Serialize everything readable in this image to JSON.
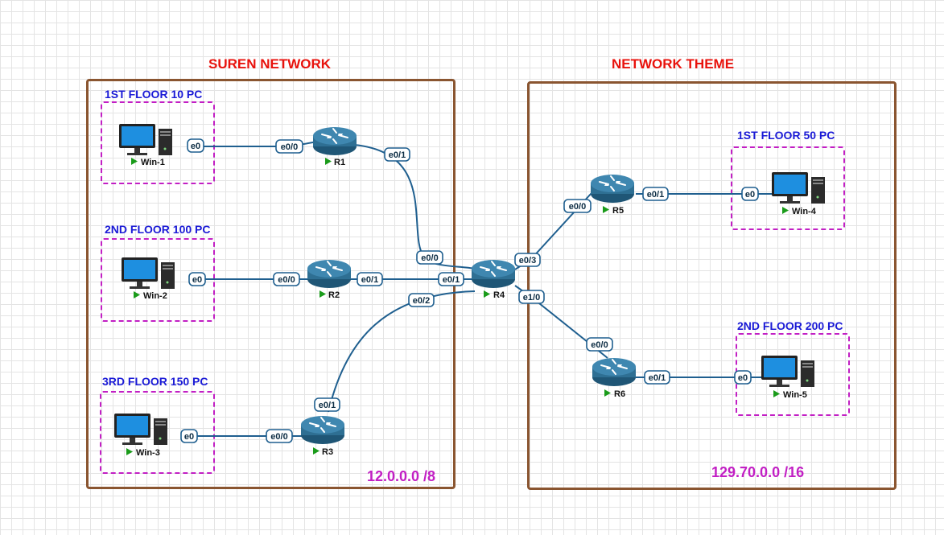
{
  "titles": {
    "left": "SUREN NETWORK",
    "right": "NETWORK THEME"
  },
  "floors": {
    "f1": "1ST FLOOR 10 PC",
    "f2": "2ND FLOOR 100 PC",
    "f3": "3RD FLOOR 150 PC",
    "f4": "1ST FLOOR 50 PC",
    "f5": "2ND FLOOR 200 PC"
  },
  "subnets": {
    "left": "12.0.0.0 /8",
    "right": "129.70.0.0 /16"
  },
  "nodes": {
    "win1": "Win-1",
    "win2": "Win-2",
    "win3": "Win-3",
    "win4": "Win-4",
    "win5": "Win-5",
    "r1": "R1",
    "r2": "R2",
    "r3": "R3",
    "r4": "R4",
    "r5": "R5",
    "r6": "R6"
  },
  "ports": {
    "win1_e0": "e0",
    "r1_e00": "e0/0",
    "r1_e01": "e0/1",
    "r4_e00": "e0/0",
    "win2_e0": "e0",
    "r2_e00": "e0/0",
    "r2_e01": "e0/1",
    "r4_e01": "e0/1",
    "r4_e02": "e0/2",
    "r3_e01": "e0/1",
    "r3_e00": "e0/0",
    "win3_e0": "e0",
    "r4_e03": "e0/3",
    "r5_e00": "e0/0",
    "r5_e01": "e0/1",
    "win4_e0": "e0",
    "r4_e10": "e1/0",
    "r6_e00": "e0/0",
    "r6_e01": "e0/1",
    "win5_e0": "e0"
  },
  "colors": {
    "title": "#e8120c",
    "zone_border": "#8a5530",
    "floor_border": "#c21fc4",
    "floor_label": "#1a1ad6",
    "subnet": "#c21fc4",
    "link": "#1f5f8f",
    "router": "#2e6f93",
    "running": "#1a9b1a"
  }
}
